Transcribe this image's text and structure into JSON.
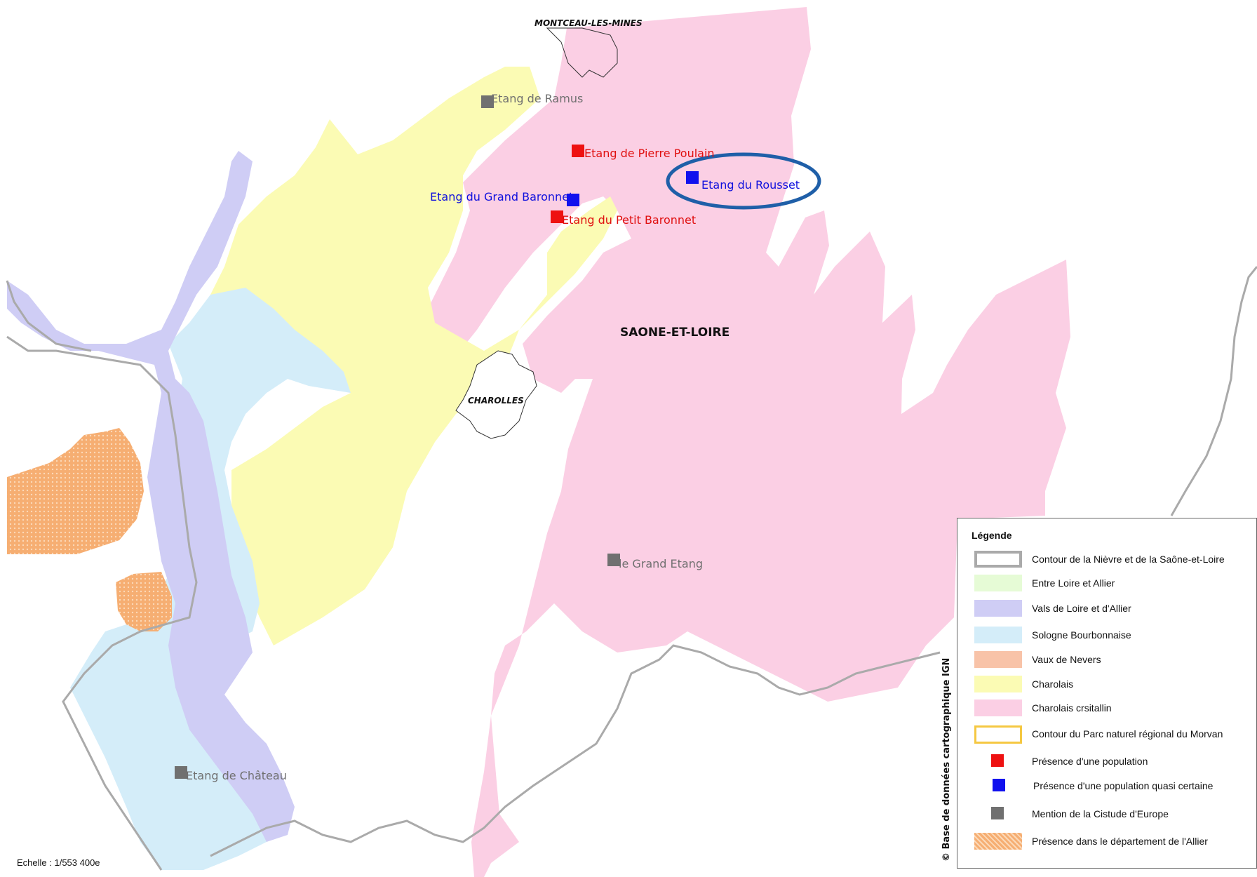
{
  "page": {
    "scale_text": "Echelle : 1/553 400e",
    "copyright_text": "© Base de données cartographique IGN"
  },
  "map": {
    "department_label": "SAONE-ET-LOIRE",
    "cities": {
      "montceau": "MONTCEAU-LES-MINES",
      "charolles": "CHAROLLES"
    },
    "sites": {
      "ramus": {
        "label": "Etang de Ramus",
        "status": "mention"
      },
      "pierre_poulain": {
        "label": "Etang de Pierre Poulain",
        "status": "population"
      },
      "rousset": {
        "label": "Etang du Rousset",
        "status": "quasi_certaine",
        "highlighted": true
      },
      "grand_baronnet": {
        "label": "Etang du Grand Baronnet",
        "status": "quasi_certaine"
      },
      "petit_baronnet": {
        "label": "Etang du Petit Baronnet",
        "status": "population"
      },
      "grand_etang": {
        "label": "le Grand Etang",
        "status": "mention"
      },
      "chateau": {
        "label": "Etang de Château",
        "status": "mention"
      }
    },
    "highlight_color": "#1f5fa8"
  },
  "colors": {
    "entre_loire_allier": "#e6fbd6",
    "vals_loire_allier": "#cfcdf5",
    "sologne": "#d4edf9",
    "vaux_nevers": "#f8c3a8",
    "charolais": "#fbfbb4",
    "charolais_cristallin": "#fbcfe4",
    "allier_presence": "#f6ae72",
    "contour": "#aaaaaa",
    "parc_morvan": "#f5c842",
    "population": "#ee1111",
    "quasi_certaine": "#1111ee",
    "mention": "#707070"
  },
  "legend": {
    "title": "Légende",
    "items": [
      {
        "label": "Contour de la Nièvre et de la Saône-et-Loire",
        "icon": "grey-outline-swatch"
      },
      {
        "label": "Entre Loire et Allier",
        "icon": "light-green-swatch"
      },
      {
        "label": "Vals de Loire et d'Allier",
        "icon": "lavender-swatch"
      },
      {
        "label": "Sologne Bourbonnaise",
        "icon": "light-blue-swatch"
      },
      {
        "label": "Vaux de Nevers",
        "icon": "salmon-swatch"
      },
      {
        "label": "Charolais",
        "icon": "yellow-swatch"
      },
      {
        "label": "Charolais crsitallin",
        "icon": "pink-swatch"
      },
      {
        "label": "Contour du Parc naturel régional du Morvan",
        "icon": "orange-outline-swatch"
      },
      {
        "label": "Présence d'une population",
        "icon": "red-square-marker"
      },
      {
        "label": "Présence d'une population quasi certaine",
        "icon": "blue-square-marker"
      },
      {
        "label": "Mention de la Cistude d'Europe",
        "icon": "grey-square-marker"
      },
      {
        "label": "Présence dans le département de l'Allier",
        "icon": "orange-dotted-swatch"
      }
    ]
  }
}
